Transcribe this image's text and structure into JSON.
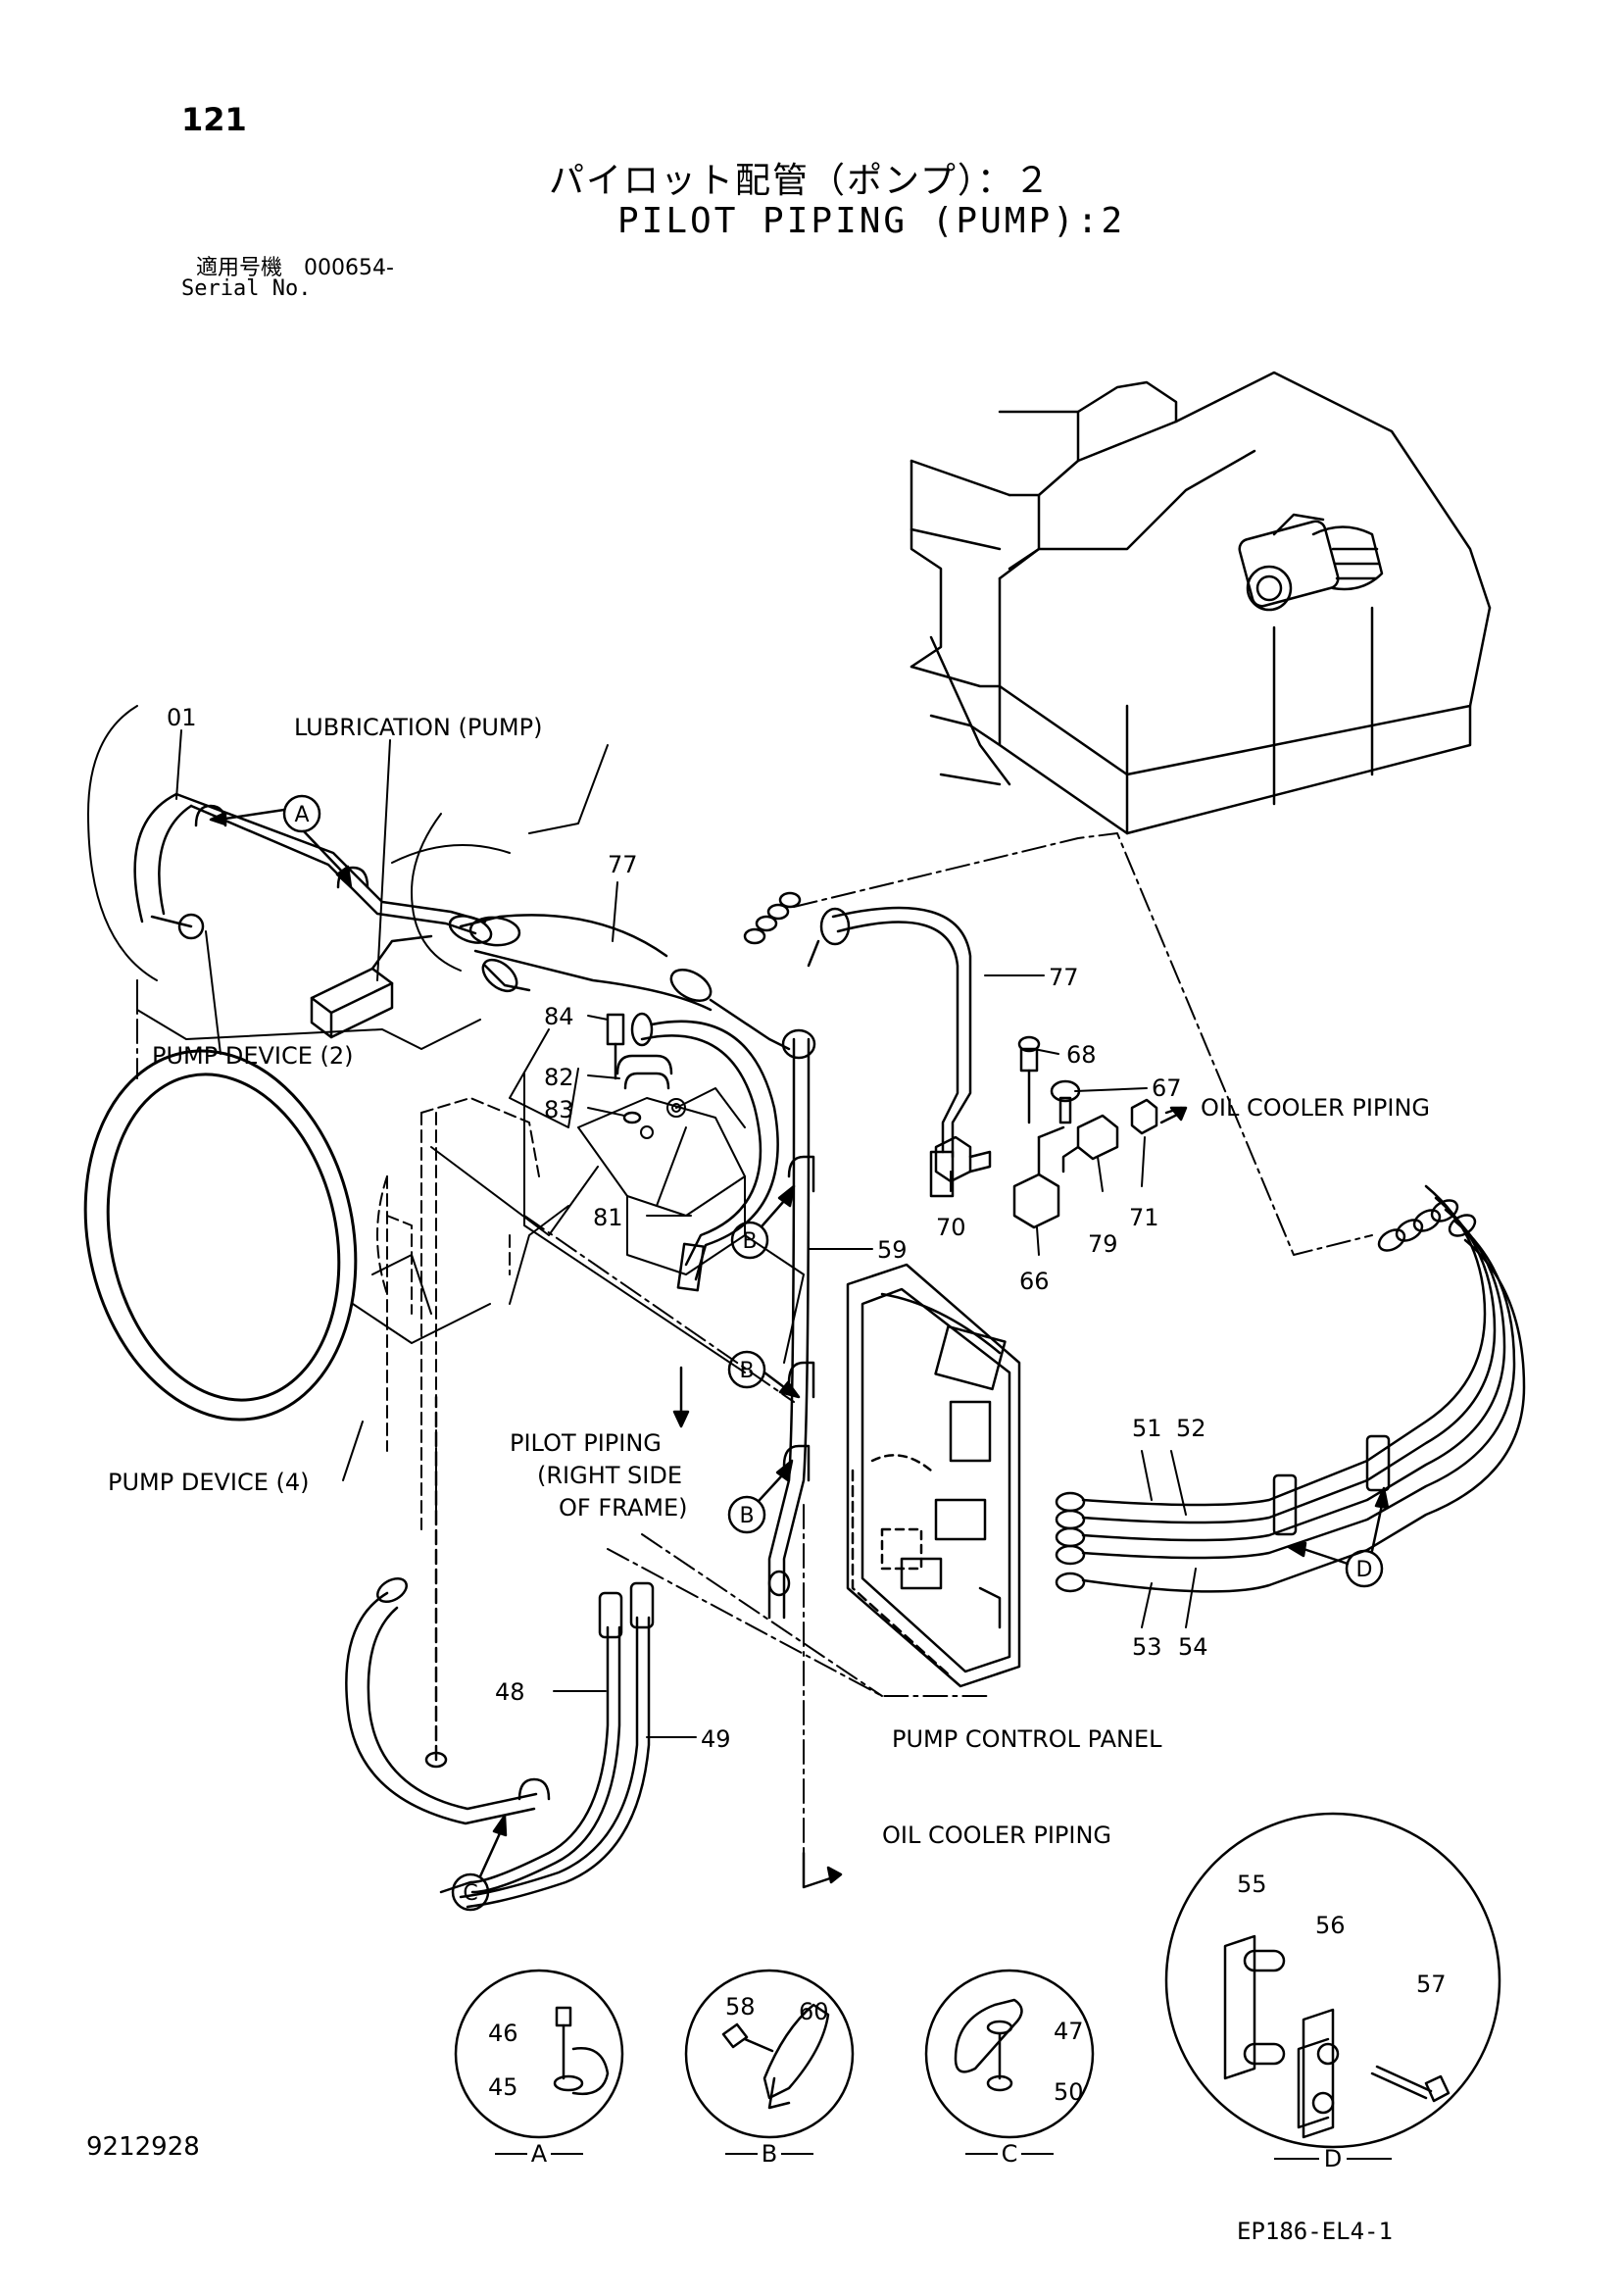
{
  "header": {
    "page_number": "121",
    "title_jp": "パイロット配管（ポンプ）：２",
    "title_en": "PILOT PIPING (PUMP):2",
    "serial_jp": "適用号機　000654-",
    "serial_en": "Serial No."
  },
  "footer": {
    "doc_number": "9212928",
    "figure_code": "EP186-EL4-1"
  },
  "labels": {
    "lubrication": "LUBRICATION (PUMP)",
    "pump_device_2": "PUMP DEVICE (2)",
    "pump_device_4": "PUMP DEVICE (4)",
    "oil_cooler_piping_top": "OIL COOLER PIPING",
    "oil_cooler_piping_bottom": "OIL COOLER PIPING",
    "pilot_piping_l1": "PILOT PIPING",
    "pilot_piping_l2": "(RIGHT SIDE",
    "pilot_piping_l3": "OF FRAME)",
    "pump_control_panel": "PUMP CONTROL PANEL"
  },
  "part_numbers": {
    "p01": "01",
    "p77a": "77",
    "p77b": "77",
    "p84": "84",
    "p82": "82",
    "p83": "83",
    "p81": "81",
    "p68": "68",
    "p67": "67",
    "p70": "70",
    "p79": "79",
    "p71": "71",
    "p66": "66",
    "p59": "59",
    "p51": "51",
    "p52": "52",
    "p53": "53",
    "p54": "54",
    "p48": "48",
    "p49": "49",
    "p46": "46",
    "p45": "45",
    "p58": "58",
    "p60": "60",
    "p47": "47",
    "p50": "50",
    "p55": "55",
    "p56": "56",
    "p57": "57"
  },
  "callouts": {
    "a": "A",
    "b": "B",
    "c": "C",
    "d": "D"
  },
  "detail_views": {
    "a": "A",
    "b": "B",
    "c": "C",
    "d": "D"
  }
}
